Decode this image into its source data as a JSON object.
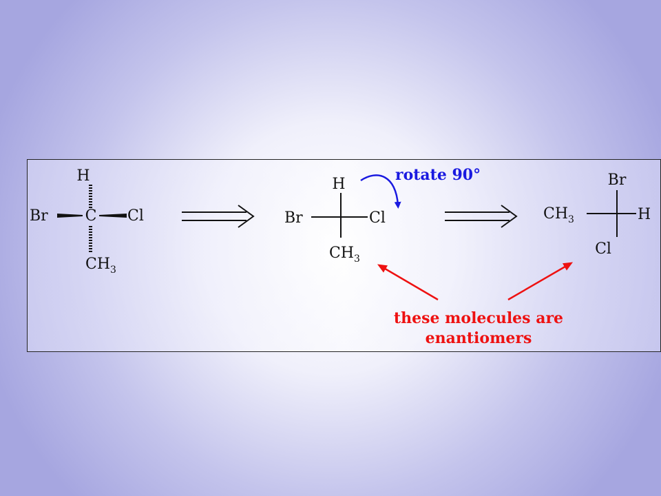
{
  "molecule_1": {
    "top": "H",
    "left": "Br",
    "center": "C",
    "right": "Cl",
    "bottom_main": "CH",
    "bottom_sub": "3"
  },
  "molecule_2": {
    "top": "H",
    "left": "Br",
    "right": "Cl",
    "bottom_main": "CH",
    "bottom_sub": "3"
  },
  "molecule_3": {
    "top": "Br",
    "left_main": "CH",
    "left_sub": "3",
    "right": "H",
    "bottom": "Cl"
  },
  "rotate_label": "rotate 90°",
  "note": {
    "line1": "these molecules are",
    "line2": "enantiomers"
  },
  "colors": {
    "rotate": "#1a1ae0",
    "note": "#ee1111",
    "ink": "#111111"
  }
}
